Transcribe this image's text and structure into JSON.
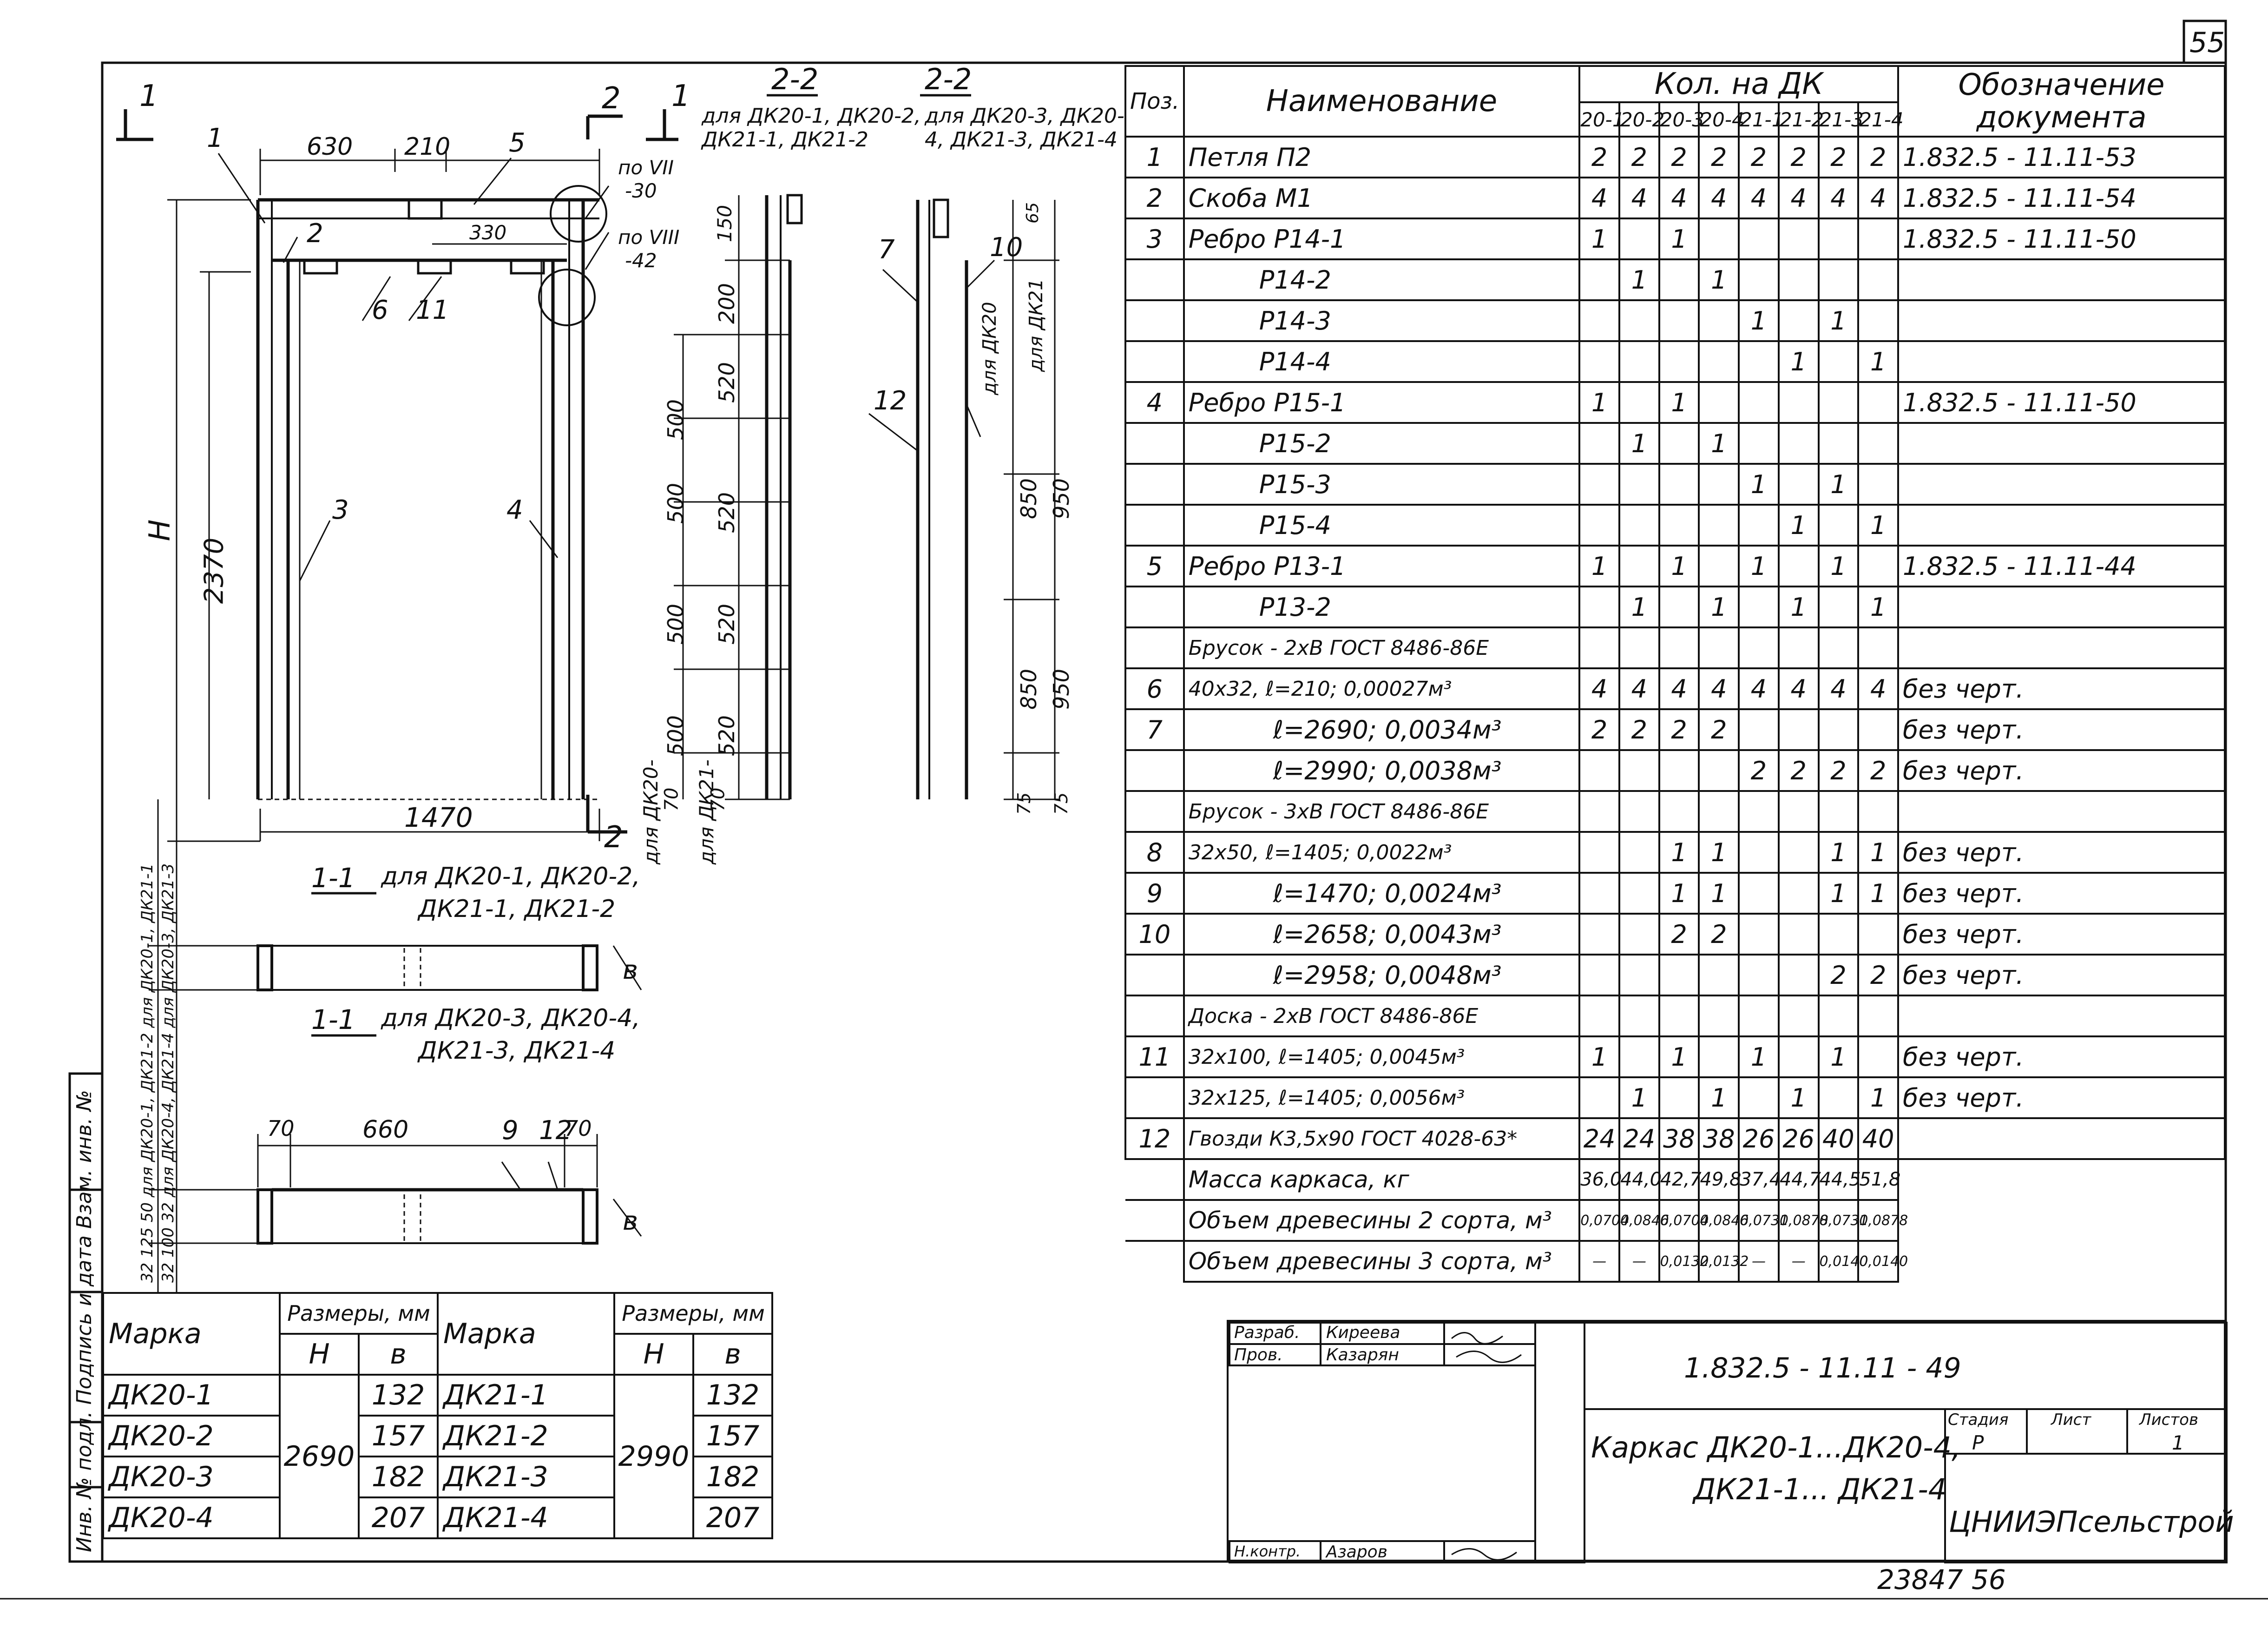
{
  "sheet_number": "55",
  "stamp_number": "23847  56",
  "drawing": {
    "section_labels": {
      "cut_1_left": "1",
      "cut_1_right": "1",
      "cut_2_top": "2",
      "cut_2_bottom": "2",
      "view_1": "1-1",
      "view_2a": "2-2",
      "view_2b": "2-2"
    },
    "view_2a_caption": "для ДК20-1, ДК20-2, ДК21-1, ДК21-2",
    "view_2b_caption": "для ДК20-3, ДК20-4, ДК21-3, ДК21-4",
    "view_1a_caption_1": "для ДК20-1, ДК20-2,",
    "view_1a_caption_2": "ДК21-1, ДК21-2",
    "view_1b_caption_1": "для ДК20-3, ДК20-4,",
    "view_1b_caption_2": "ДК21-3, ДК21-4",
    "node_vii": "по VII",
    "node_vii_num": "-30",
    "node_viii": "по VIII",
    "node_viii_num": "-42",
    "dim_630": "630",
    "dim_210": "210",
    "dim_330": "330",
    "dim_H": "H",
    "dim_2370": "2370",
    "dim_1470": "1470",
    "dim_150": "150",
    "dim_200": "200",
    "dim_500": "500",
    "dim_520": "520",
    "dim_70": "70",
    "dim_65": "65",
    "dim_850": "850",
    "dim_950": "950",
    "dim_75": "75",
    "dim_660": "660",
    "dim_b": "в",
    "lbl_dk20": "для ДК20",
    "lbl_dk21": "для ДК21",
    "lbl_dk20_bottom": "для ДК20-",
    "lbl_dk21_bottom": "для ДК21-",
    "side_dims_1": "32 125 50 для ДК20-1, ДК21-2  для ДК20-1, ДК21-1",
    "side_dims_2": "32 100 32  для ДК20-4, ДК21-4  для ДК20-3, ДК21-3",
    "callouts": [
      "1",
      "2",
      "3",
      "4",
      "5",
      "6",
      "7",
      "10",
      "11",
      "12",
      "9",
      "12"
    ]
  },
  "spec": {
    "headers": {
      "pos": "Поз.",
      "name": "Наименование",
      "qty": "Кол. на ДК",
      "doc": "Обозначение документа"
    },
    "cols": [
      "20-1",
      "20-2",
      "20-3",
      "20-4",
      "21-1",
      "21-2",
      "21-3",
      "21-4"
    ],
    "rows": [
      {
        "pos": "1",
        "name": "Петля П2",
        "q": [
          "2",
          "2",
          "2",
          "2",
          "2",
          "2",
          "2",
          "2"
        ],
        "doc": "1.832.5 - 11.11-53"
      },
      {
        "pos": "2",
        "name": "Скоба М1",
        "q": [
          "4",
          "4",
          "4",
          "4",
          "4",
          "4",
          "4",
          "4"
        ],
        "doc": "1.832.5 - 11.11-54"
      },
      {
        "pos": "3",
        "name": "Ребро Р14-1",
        "q": [
          "1",
          "",
          "1",
          "",
          "",
          "",
          "",
          ""
        ],
        "doc": "1.832.5 - 11.11-50"
      },
      {
        "pos": "",
        "name": "Р14-2",
        "q": [
          "",
          "1",
          "",
          "1",
          "",
          "",
          "",
          ""
        ],
        "doc": ""
      },
      {
        "pos": "",
        "name": "Р14-3",
        "q": [
          "",
          "",
          "",
          "",
          "1",
          "",
          "1",
          ""
        ],
        "doc": ""
      },
      {
        "pos": "",
        "name": "Р14-4",
        "q": [
          "",
          "",
          "",
          "",
          "",
          "1",
          "",
          "1"
        ],
        "doc": ""
      },
      {
        "pos": "4",
        "name": "Ребро Р15-1",
        "q": [
          "1",
          "",
          "1",
          "",
          "",
          "",
          "",
          ""
        ],
        "doc": "1.832.5 - 11.11-50"
      },
      {
        "pos": "",
        "name": "Р15-2",
        "q": [
          "",
          "1",
          "",
          "1",
          "",
          "",
          "",
          ""
        ],
        "doc": ""
      },
      {
        "pos": "",
        "name": "Р15-3",
        "q": [
          "",
          "",
          "",
          "",
          "1",
          "",
          "1",
          ""
        ],
        "doc": ""
      },
      {
        "pos": "",
        "name": "Р15-4",
        "q": [
          "",
          "",
          "",
          "",
          "",
          "1",
          "",
          "1"
        ],
        "doc": ""
      },
      {
        "pos": "5",
        "name": "Ребро Р13-1",
        "q": [
          "1",
          "",
          "1",
          "",
          "1",
          "",
          "1",
          ""
        ],
        "doc": "1.832.5 - 11.11-44"
      },
      {
        "pos": "",
        "name": "Р13-2",
        "q": [
          "",
          "1",
          "",
          "1",
          "",
          "1",
          "",
          "1"
        ],
        "doc": ""
      },
      {
        "pos": "",
        "name": "Брусок - 2хВ ГОСТ 8486-86Е",
        "q": [
          "",
          "",
          "",
          "",
          "",
          "",
          "",
          ""
        ],
        "doc": ""
      },
      {
        "pos": "6",
        "name": "40х32, ℓ=210; 0,00027м³",
        "q": [
          "4",
          "4",
          "4",
          "4",
          "4",
          "4",
          "4",
          "4"
        ],
        "doc": "без черт."
      },
      {
        "pos": "7",
        "name": "ℓ=2690; 0,0034м³",
        "q": [
          "2",
          "2",
          "2",
          "2",
          "",
          "",
          "",
          ""
        ],
        "doc": "без черт."
      },
      {
        "pos": "",
        "name": "ℓ=2990; 0,0038м³",
        "q": [
          "",
          "",
          "",
          "",
          "2",
          "2",
          "2",
          "2"
        ],
        "doc": "без черт."
      },
      {
        "pos": "",
        "name": "Брусок - 3хВ ГОСТ 8486-86Е",
        "q": [
          "",
          "",
          "",
          "",
          "",
          "",
          "",
          ""
        ],
        "doc": ""
      },
      {
        "pos": "8",
        "name": "32х50, ℓ=1405; 0,0022м³",
        "q": [
          "",
          "",
          "1",
          "1",
          "",
          "",
          "1",
          "1"
        ],
        "doc": "без черт."
      },
      {
        "pos": "9",
        "name": "ℓ=1470; 0,0024м³",
        "q": [
          "",
          "",
          "1",
          "1",
          "",
          "",
          "1",
          "1"
        ],
        "doc": "без черт."
      },
      {
        "pos": "10",
        "name": "ℓ=2658; 0,0043м³",
        "q": [
          "",
          "",
          "2",
          "2",
          "",
          "",
          "",
          ""
        ],
        "doc": "без черт."
      },
      {
        "pos": "",
        "name": "ℓ=2958; 0,0048м³",
        "q": [
          "",
          "",
          "",
          "",
          "",
          "",
          "2",
          "2"
        ],
        "doc": "без черт."
      },
      {
        "pos": "",
        "name": "Доска - 2хВ ГОСТ 8486-86Е",
        "q": [
          "",
          "",
          "",
          "",
          "",
          "",
          "",
          ""
        ],
        "doc": ""
      },
      {
        "pos": "11",
        "name": "32х100, ℓ=1405; 0,0045м³",
        "q": [
          "1",
          "",
          "1",
          "",
          "1",
          "",
          "1",
          ""
        ],
        "doc": "без черт."
      },
      {
        "pos": "",
        "name": "32х125, ℓ=1405; 0,0056м³",
        "q": [
          "",
          "1",
          "",
          "1",
          "",
          "1",
          "",
          "1"
        ],
        "doc": "без черт."
      },
      {
        "pos": "12",
        "name": "Гвозди К3,5х90 ГОСТ 4028-63*",
        "q": [
          "24",
          "24",
          "38",
          "38",
          "26",
          "26",
          "40",
          "40"
        ],
        "doc": ""
      }
    ],
    "totals": [
      {
        "name": "Масса каркаса, кг",
        "q": [
          "36,0",
          "44,0",
          "42,7",
          "49,8",
          "37,4",
          "44,7",
          "44,5",
          "51,8"
        ]
      },
      {
        "name": "Объем древесины 2 сорта, м³",
        "q": [
          "0,0704",
          "0,0846",
          "0,0704",
          "0,0846",
          "0,0731",
          "0,0878",
          "0,0731",
          "0,0878"
        ]
      },
      {
        "name": "Объем древесины 3 сорта, м³",
        "q": [
          "—",
          "—",
          "0,0132",
          "0,0132",
          "—",
          "—",
          "0,0140",
          "0,0140"
        ]
      }
    ]
  },
  "marks": {
    "h_mark": "Марка",
    "h_sizes": "Размеры, мм",
    "h_H": "Н",
    "h_b": "в",
    "left": [
      {
        "mark": "ДК20-1",
        "b": "132"
      },
      {
        "mark": "ДК20-2",
        "b": "157"
      },
      {
        "mark": "ДК20-3",
        "b": "182"
      },
      {
        "mark": "ДК20-4",
        "b": "207"
      }
    ],
    "left_H": "2690",
    "right": [
      {
        "mark": "ДК21-1",
        "b": "132"
      },
      {
        "mark": "ДК21-2",
        "b": "157"
      },
      {
        "mark": "ДК21-3",
        "b": "182"
      },
      {
        "mark": "ДК21-4",
        "b": "207"
      }
    ],
    "right_H": "2990"
  },
  "title_block": {
    "razrab_label": "Разраб.",
    "razrab_name": "Киреева",
    "prov_label": "Пров.",
    "prov_name": "Казарян",
    "nkontr_label": "Н.контр.",
    "nkontr_name": "Азаров",
    "doc_code": "1.832.5 - 11.11 - 49",
    "title_line1": "Каркас ДК20-1...ДК20-4,",
    "title_line2": "ДК21-1... ДК21-4",
    "stadia_label": "Стадия",
    "stadia": "Р",
    "list_label": "Лист",
    "listov_label": "Листов",
    "listov": "1",
    "org": "ЦНИИЭПсельстрой"
  },
  "side_stamp": "Инв. № подл.   Подпись и дата   Взам. инв. №"
}
